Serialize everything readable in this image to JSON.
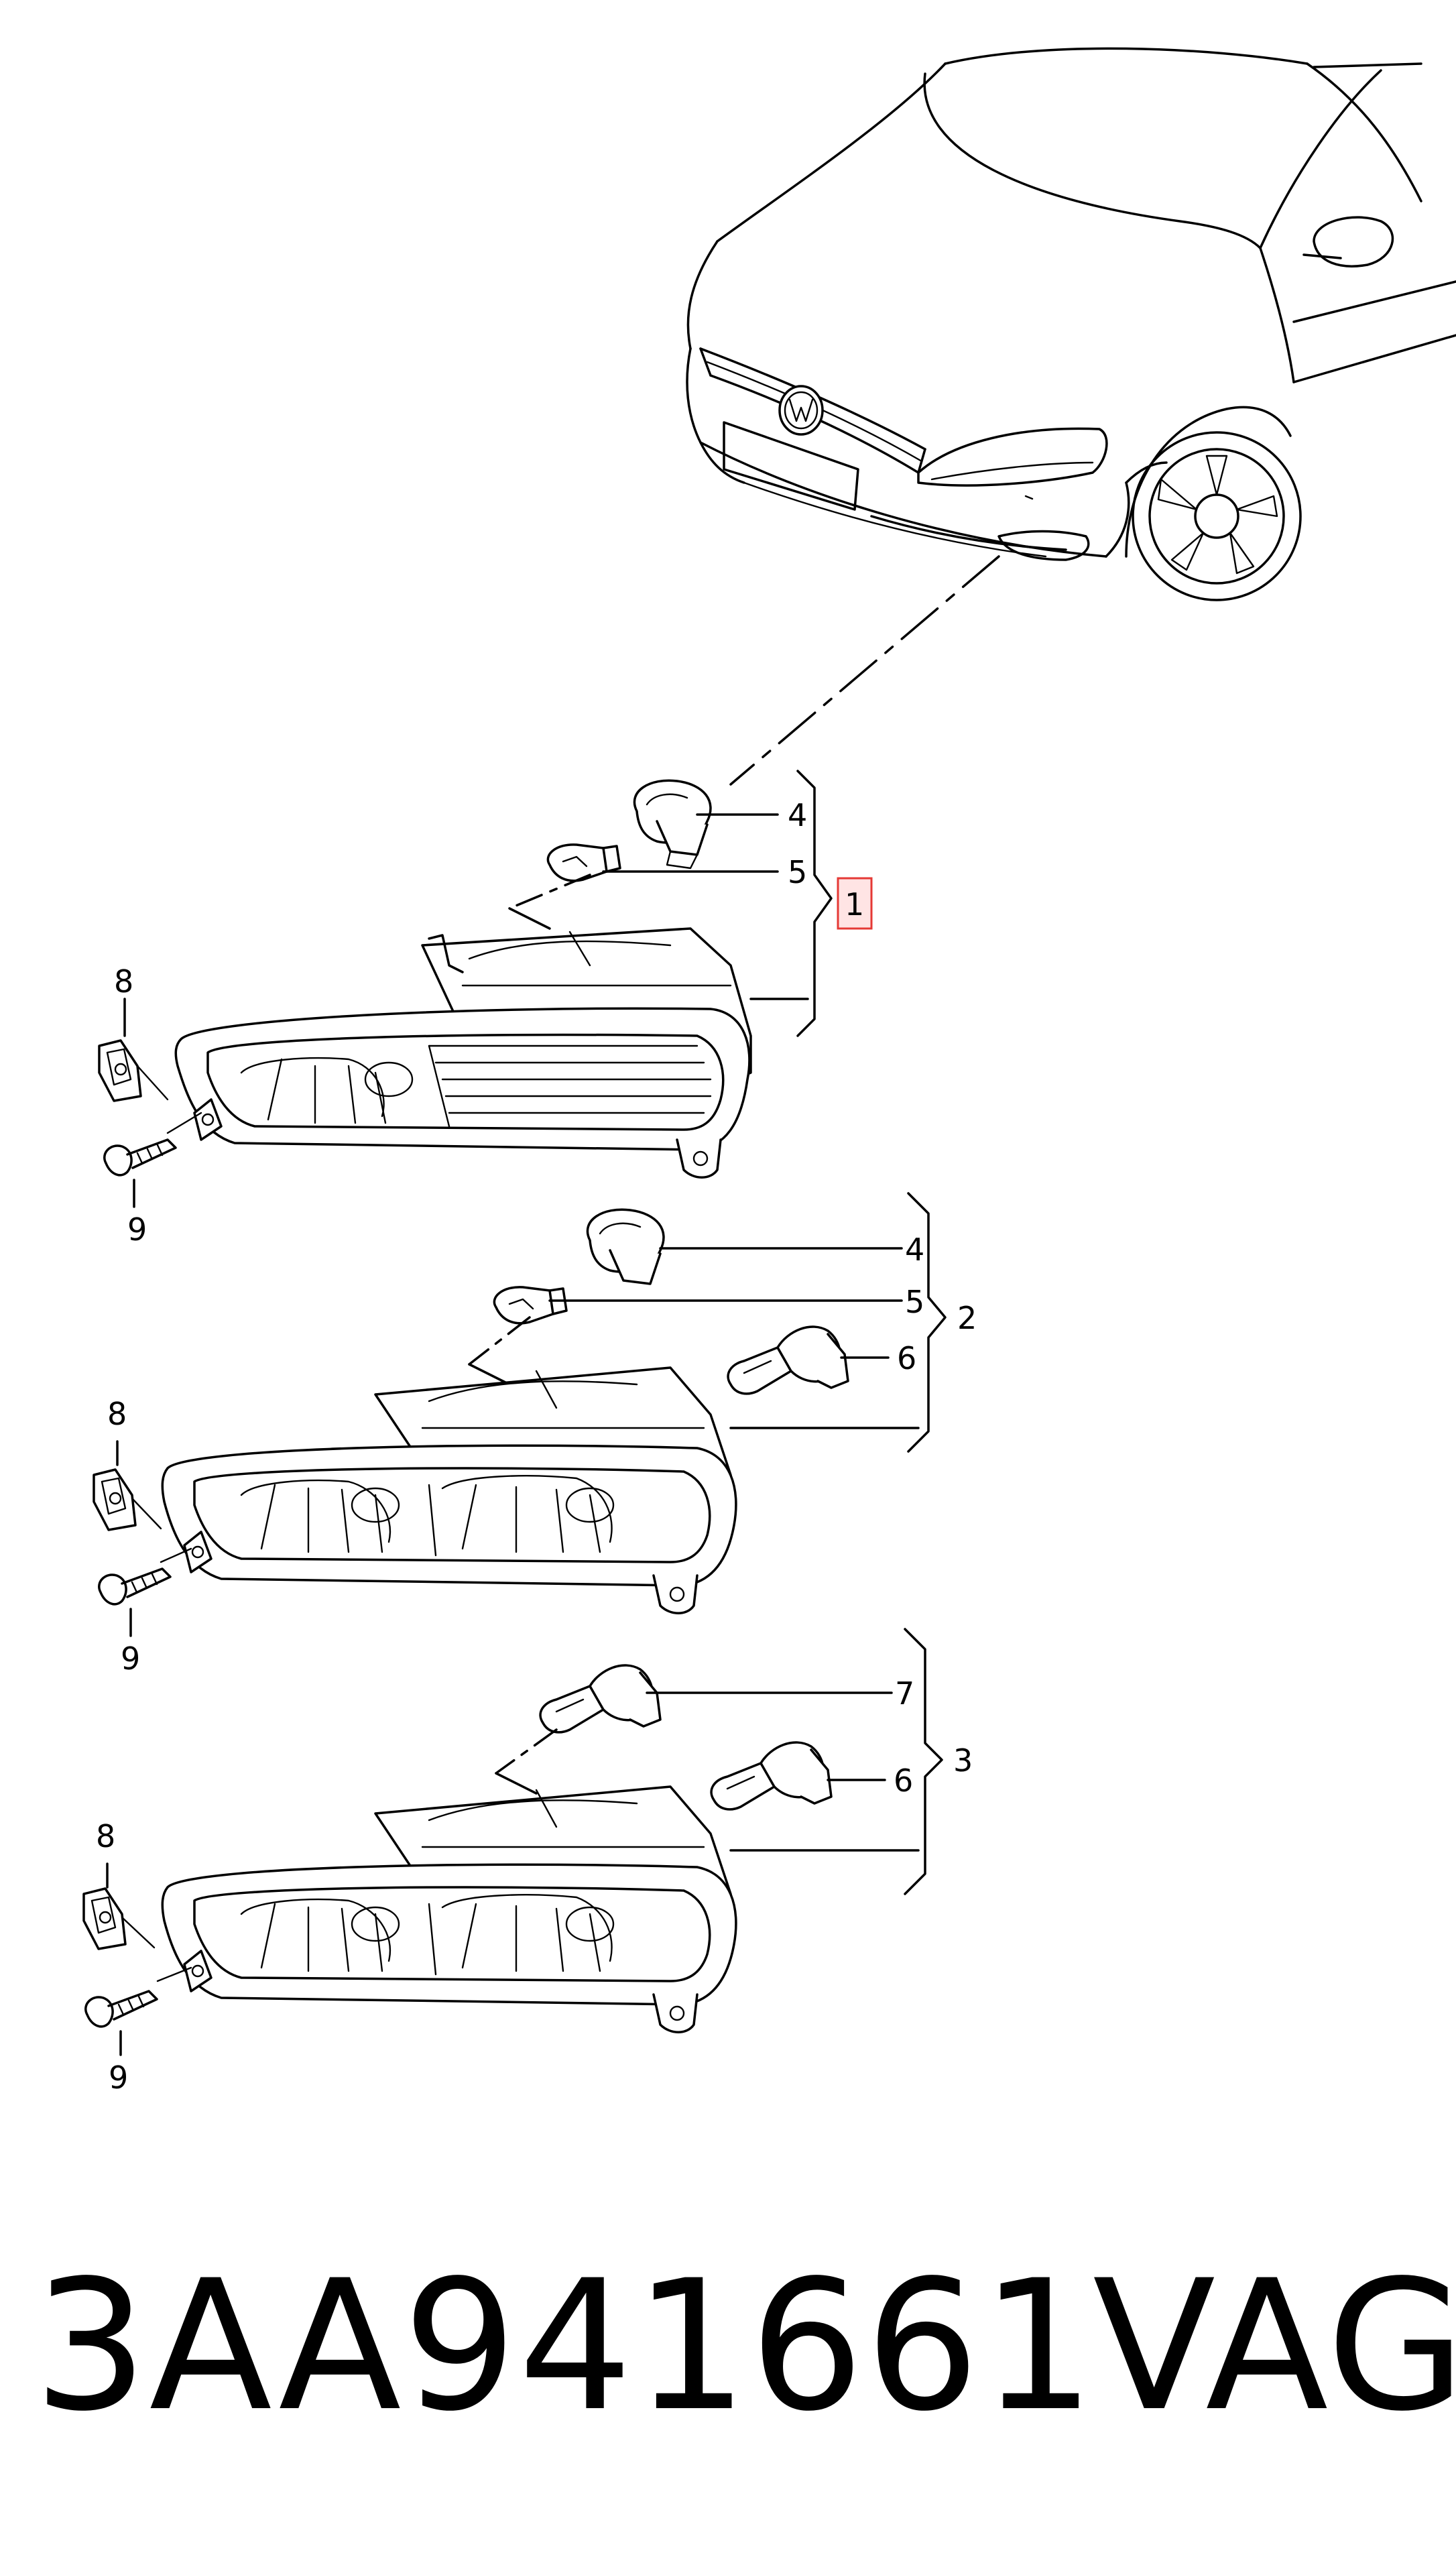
{
  "diagram": {
    "callouts": {
      "a": {
        "c1": "1",
        "c4": "4",
        "c5": "5",
        "c8": "8",
        "c9": "9"
      },
      "b": {
        "c2": "2",
        "c4": "4",
        "c5": "5",
        "c6": "6",
        "c8": "8",
        "c9": "9"
      },
      "c": {
        "c3": "3",
        "c6": "6",
        "c7": "7",
        "c8": "8",
        "c9": "9"
      }
    },
    "highlight_color": "#e53935"
  },
  "footer": {
    "part_number": "3AA941661",
    "brand": "VAG"
  }
}
